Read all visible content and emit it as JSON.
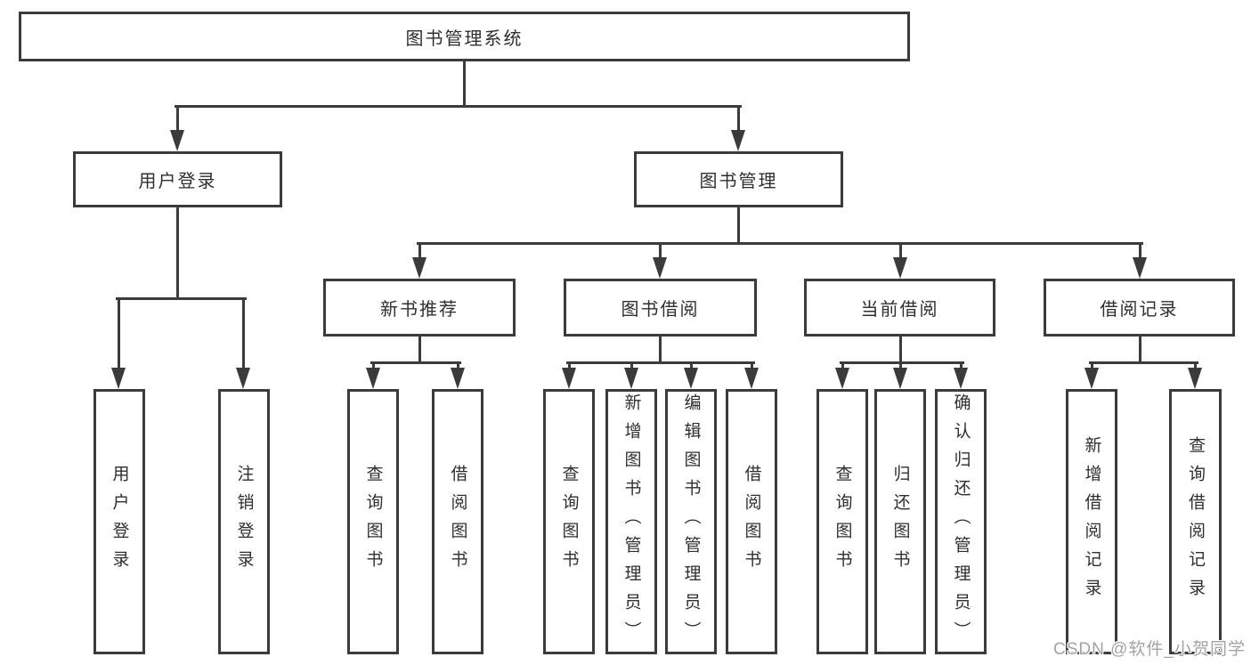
{
  "colors": {
    "line": "#3b3b3b",
    "text": "#2f2f2f",
    "background": "#ffffff",
    "watermark": "#a3a3a3"
  },
  "watermark": {
    "text": "CSDN @软件_小贺同学"
  },
  "diagram": {
    "root": {
      "label": "图书管理系统",
      "children": [
        {
          "label": "用户登录",
          "children": [
            {
              "label": "用户登录"
            },
            {
              "label": "注销登录"
            }
          ]
        },
        {
          "label": "图书管理",
          "children": [
            {
              "label": "新书推荐",
              "children": [
                {
                  "label": "查询图书"
                },
                {
                  "label": "借阅图书"
                }
              ]
            },
            {
              "label": "图书借阅",
              "children": [
                {
                  "label": "查询图书"
                },
                {
                  "label": "新增图书（管理员）"
                },
                {
                  "label": "编辑图书（管理员）"
                },
                {
                  "label": "借阅图书"
                }
              ]
            },
            {
              "label": "当前借阅",
              "children": [
                {
                  "label": "查询图书"
                },
                {
                  "label": "归还图书"
                },
                {
                  "label": "确认归还（管理员）"
                }
              ]
            },
            {
              "label": "借阅记录",
              "children": [
                {
                  "label": "新增借阅记录"
                },
                {
                  "label": "查询借阅记录"
                }
              ]
            }
          ]
        }
      ]
    }
  }
}
